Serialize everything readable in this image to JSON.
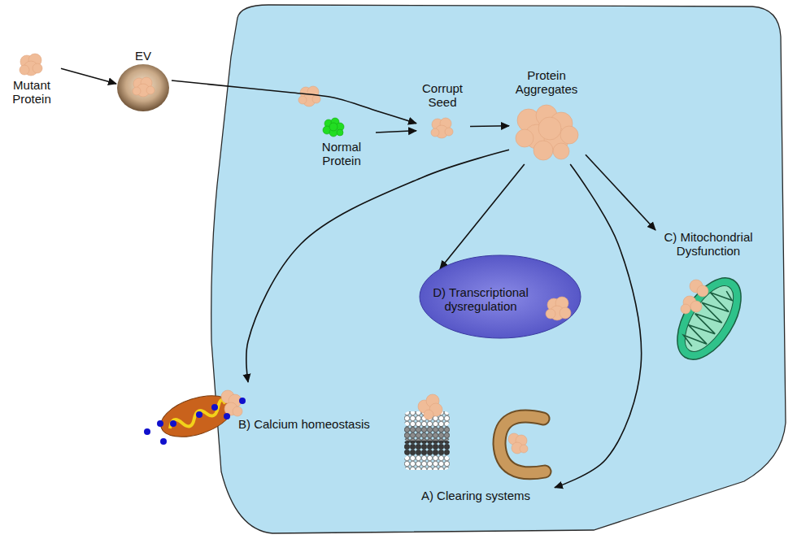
{
  "diagram": {
    "nodes": [
      {
        "text": [
          "Mutant Protein"
        ]
      },
      {
        "text": [
          "EV"
        ]
      },
      {
        "text": [
          "Normal Protein"
        ]
      },
      {
        "text": [
          "Corrupt Seed"
        ]
      },
      {
        "text": [
          "Protein Aggregates"
        ]
      },
      {
        "text": [
          "D) Transcriptional dysregulation"
        ]
      },
      {
        "text": [
          "C) Mitochondrial Dysfunction"
        ]
      },
      {
        "text": [
          "B) Calcium homeostasis"
        ]
      },
      {
        "text": [
          "A) Clearing systems"
        ]
      }
    ],
    "edges": [
      {
        "from": 0,
        "to": 1,
        "arrow": "to"
      },
      {
        "from": 1,
        "to": 3,
        "arrow": "to"
      },
      {
        "from": 2,
        "to": 3,
        "arrow": "to"
      },
      {
        "from": 3,
        "to": 4,
        "arrow": "to"
      },
      {
        "from": 4,
        "to": 7,
        "arrow": "to"
      },
      {
        "from": 4,
        "to": 5,
        "arrow": "to"
      },
      {
        "from": 4,
        "to": 8,
        "arrow": "to"
      },
      {
        "from": 4,
        "to": 6,
        "arrow": "to"
      }
    ]
  }
}
